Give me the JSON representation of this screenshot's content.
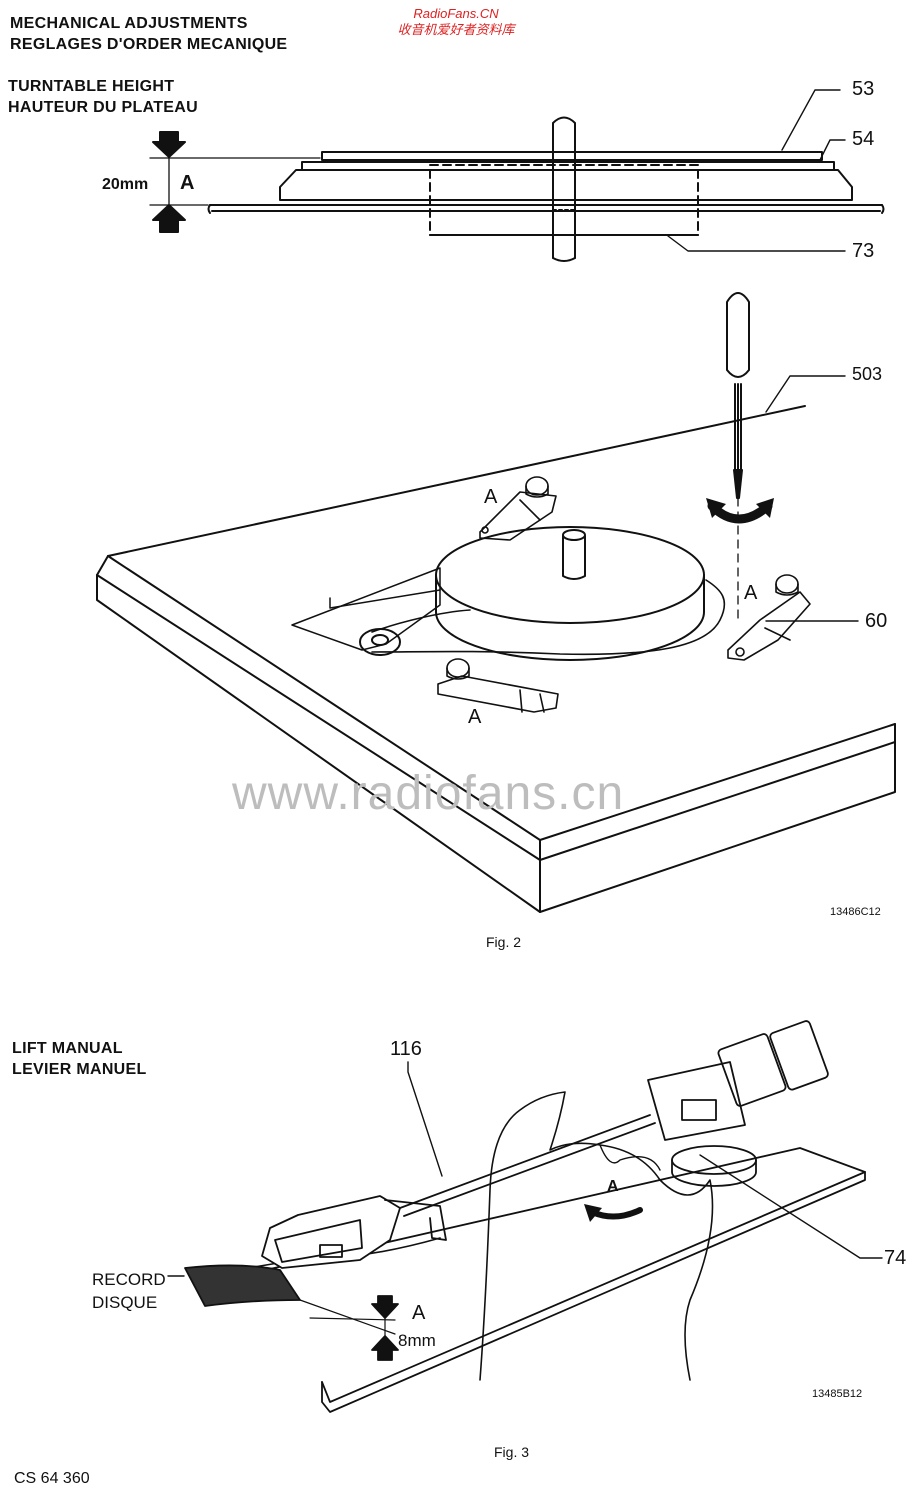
{
  "header": {
    "title_en": "MECHANICAL ADJUSTMENTS",
    "title_fr": "REGLAGES D'ORDER MECANIQUE",
    "watermark_site": "RadioFans.CN",
    "watermark_cn": "收音机爱好者资料库"
  },
  "section1": {
    "title_en": "TURNTABLE HEIGHT",
    "title_fr": "HAUTEUR DU PLATEAU",
    "dimension": "20mm",
    "label_a": "A",
    "callouts": [
      "53",
      "54",
      "73"
    ]
  },
  "figure2": {
    "callouts": [
      "503",
      "60"
    ],
    "labels_a": [
      "A",
      "A",
      "A"
    ],
    "drawing_code": "13486C12",
    "caption": "Fig. 2",
    "watermark": "www.radiofans.cn"
  },
  "section2": {
    "title_en": "LIFT MANUAL",
    "title_fr": "LEVIER MANUEL",
    "callouts": [
      "116",
      "74"
    ],
    "record_en": "RECORD",
    "record_fr": "DISQUE",
    "label_a": "A",
    "label_a_lever": "A",
    "dimension": "8mm",
    "drawing_code": "13485B12",
    "caption": "Fig. 3"
  },
  "footer": {
    "doc_code": "CS 64 360"
  }
}
